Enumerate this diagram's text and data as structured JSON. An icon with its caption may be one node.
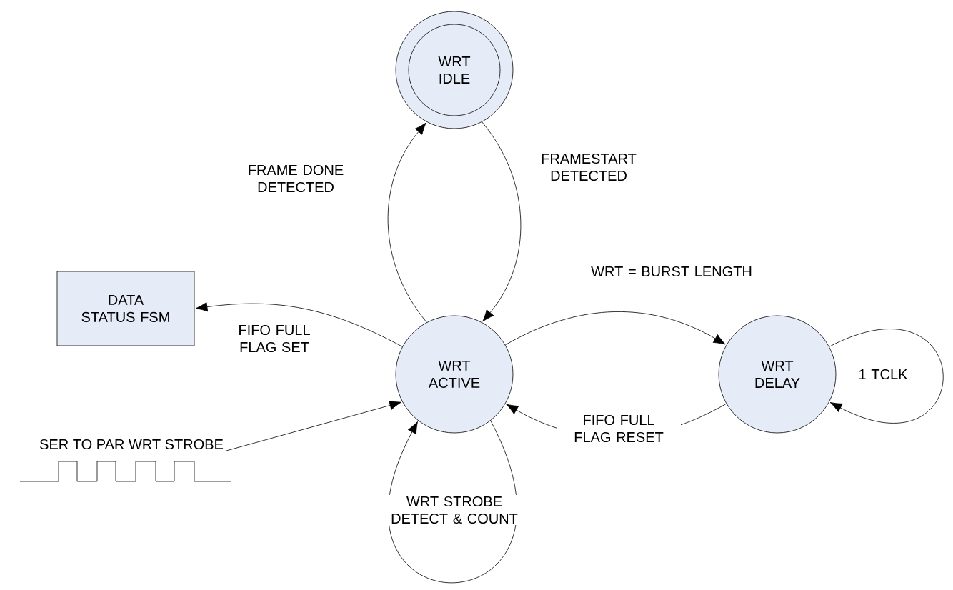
{
  "diagram": {
    "nodes": [
      {
        "text": [
          "WRT IDLE"
        ]
      },
      {
        "text": [
          "DATA STATUS FSM"
        ]
      },
      {
        "text": [
          "WRT ACTIVE"
        ]
      },
      {
        "text": [
          "WRT DELAY"
        ]
      },
      {
        "text": [
          "SER TO PAR WRT STROBE"
        ]
      }
    ],
    "edges": [
      {
        "from": 2,
        "to": 0,
        "arrow": "to",
        "label": "FRAME DONE DETECTED"
      },
      {
        "from": 0,
        "to": 2,
        "arrow": "to",
        "label": "FRAMESTART DETECTED"
      },
      {
        "from": 2,
        "to": 1,
        "arrow": "to",
        "label": "FIFO FULL FLAG SET"
      },
      {
        "from": 2,
        "to": 3,
        "arrow": "to",
        "label": "WRT = BURST LENGTH"
      },
      {
        "from": 3,
        "to": 2,
        "arrow": "to",
        "label": "FIFO FULL FLAG RESET"
      },
      {
        "from": 3,
        "to": 3,
        "arrow": "to",
        "label": "1 TCLK"
      },
      {
        "from": 2,
        "to": 2,
        "arrow": "to",
        "label": "WRT STROBE DETECT & COUNT"
      },
      {
        "from": 4,
        "to": 2,
        "arrow": "to"
      }
    ]
  }
}
